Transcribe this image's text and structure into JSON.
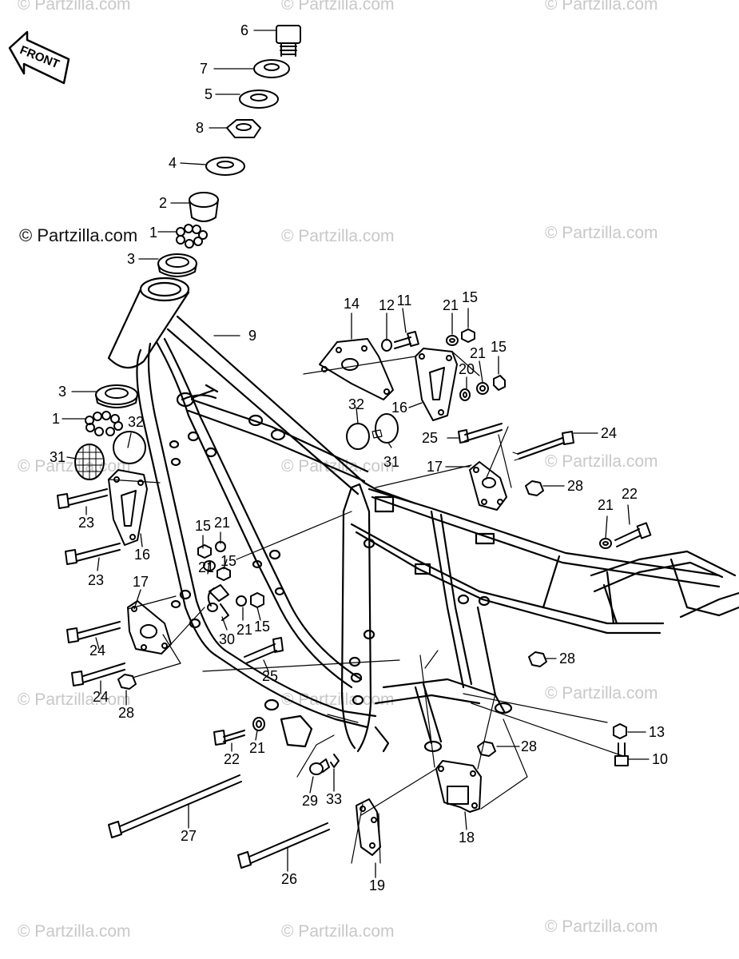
{
  "watermark": {
    "text": "© Partzilla.com",
    "primary_text": "© Partzilla.com"
  },
  "front_arrow": {
    "label": "FRONT"
  },
  "callouts": [
    "1",
    "2",
    "3",
    "4",
    "5",
    "6",
    "7",
    "8",
    "9",
    "10",
    "11",
    "12",
    "13",
    "14",
    "15",
    "16",
    "17",
    "18",
    "19",
    "20",
    "21",
    "22",
    "23",
    "24",
    "25",
    "26",
    "27",
    "28",
    "29",
    "30",
    "31",
    "32",
    "33"
  ],
  "colors": {
    "line": "#000000",
    "background": "#ffffff",
    "watermark": "#c8c8c8"
  }
}
